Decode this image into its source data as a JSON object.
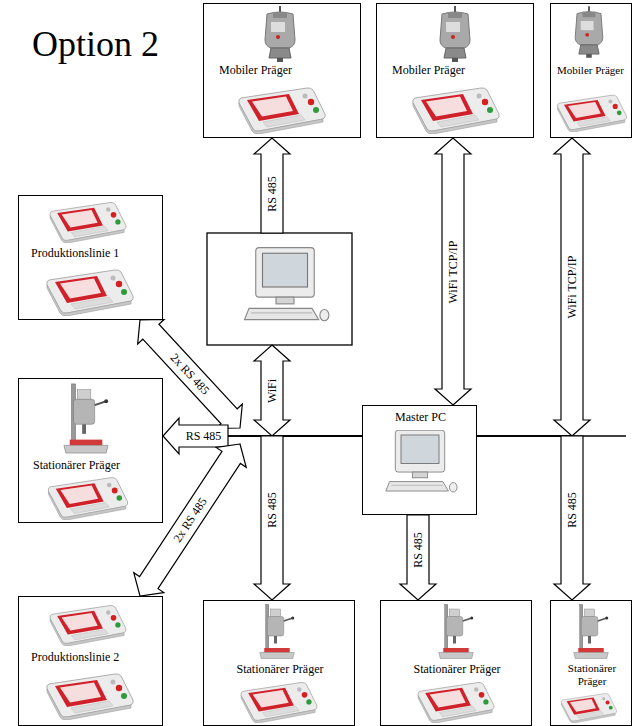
{
  "diagram": {
    "title": "Option 2",
    "nodes": [
      {
        "text": [
          "Mobiler Präger"
        ]
      },
      {
        "text": [
          "Mobiler Präger"
        ]
      },
      {
        "text": [
          "Mobiler Präger"
        ]
      },
      {
        "text": [
          "Produktionslinie 1"
        ]
      },
      {
        "text": [
          "Stationärer Präger"
        ]
      },
      {
        "text": [
          "Master PC"
        ]
      },
      {
        "text": [
          "Produktionslinie 2"
        ]
      },
      {
        "text": [
          "Stationärer Präger"
        ]
      },
      {
        "text": [
          "Stationärer Präger"
        ]
      },
      {
        "text": [
          "Stationärer Präger"
        ]
      }
    ],
    "edges": [
      {
        "from": 5,
        "to": 1,
        "arrow": "both",
        "label": "WiFi TCP/IP"
      },
      {
        "from": 5,
        "to": 2,
        "arrow": "both",
        "label": "WiFi TCP/IP"
      },
      {
        "from": 5,
        "to": 3,
        "arrow": "both",
        "label": "2x RS 485"
      },
      {
        "from": 5,
        "to": 4,
        "arrow": "to",
        "label": "RS 485"
      },
      {
        "from": 5,
        "to": 6,
        "arrow": "both",
        "label": "2x RS 485"
      },
      {
        "from": 5,
        "to": 7,
        "arrow": "to",
        "label": "RS 485"
      },
      {
        "from": 5,
        "to": 8,
        "arrow": "to",
        "label": "RS 485"
      },
      {
        "from": 5,
        "to": 9,
        "arrow": "to",
        "label": "RS 485"
      }
    ],
    "labels": [
      "RS 485",
      "WiFi"
    ]
  }
}
